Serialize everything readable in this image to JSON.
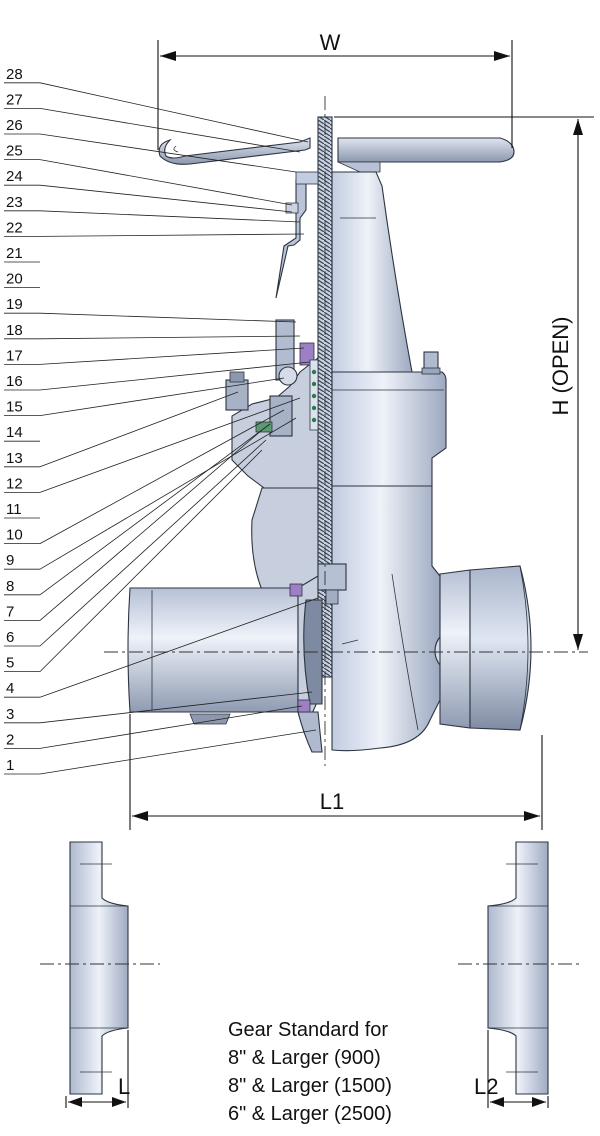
{
  "part_numbers": [
    "1",
    "2",
    "3",
    "4",
    "5",
    "6",
    "7",
    "8",
    "9",
    "10",
    "11",
    "12",
    "13",
    "14",
    "15",
    "16",
    "17",
    "18",
    "19",
    "20",
    "21",
    "22",
    "23",
    "24",
    "25",
    "26",
    "27",
    "28"
  ],
  "dimensions": {
    "w": "W",
    "h": "H (OPEN)",
    "l1": "L1",
    "l": "L",
    "l2": "L2"
  },
  "note_lines": [
    "Gear Standard for",
    "8\" & Larger (900)",
    "8\" & Larger (1500)",
    "6\" & Larger (2500)"
  ],
  "colors": {
    "metal_light": "#e6ebf4",
    "metal_mid": "#b9c4d8",
    "metal_dark": "#8b97ad",
    "section": "#c7cfde",
    "gasket": "#9c7fc4",
    "line": "#111111"
  }
}
